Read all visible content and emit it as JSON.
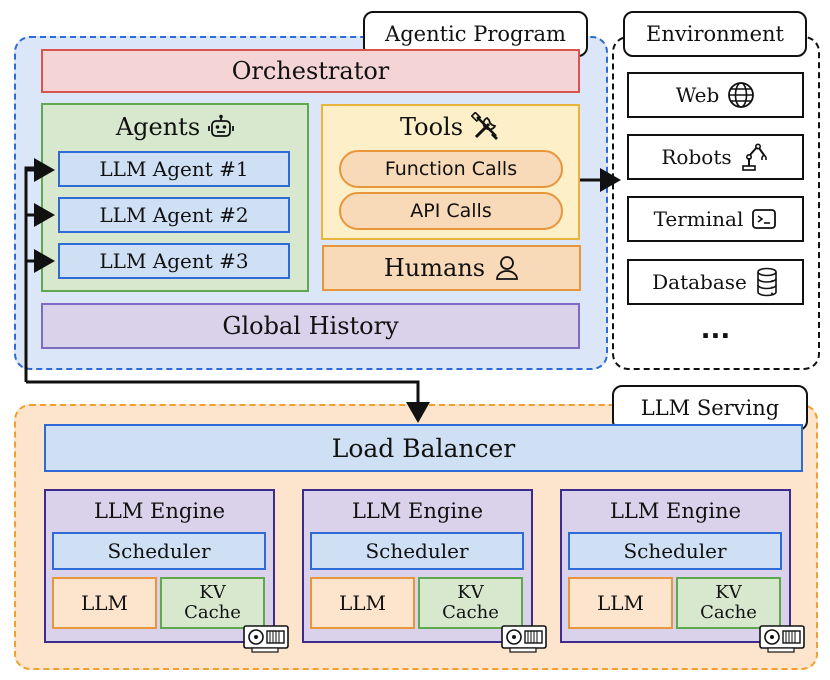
{
  "agentic_program": {
    "tag": "Agentic Program",
    "orchestrator": "Orchestrator",
    "agents": {
      "title": "Agents",
      "icon": "robot-icon",
      "items": [
        "LLM Agent #1",
        "LLM Agent #2",
        "LLM Agent #3"
      ]
    },
    "tools": {
      "title": "Tools",
      "icon": "tools-icon",
      "items": [
        "Function Calls",
        "API Calls"
      ]
    },
    "humans": {
      "label": "Humans",
      "icon": "person-icon"
    },
    "global_history": "Global History"
  },
  "environment": {
    "tag": "Environment",
    "items": [
      {
        "label": "Web",
        "icon": "globe-icon"
      },
      {
        "label": "Robots",
        "icon": "robot-arm-icon"
      },
      {
        "label": "Terminal",
        "icon": "terminal-icon"
      },
      {
        "label": "Database",
        "icon": "database-icon"
      }
    ],
    "ellipsis": "..."
  },
  "llm_serving": {
    "tag": "LLM Serving",
    "load_balancer": "Load Balancer",
    "engines": [
      {
        "title": "LLM Engine",
        "scheduler": "Scheduler",
        "llm": "LLM",
        "kv_line1": "KV",
        "kv_line2": "Cache",
        "icon": "gpu-icon"
      },
      {
        "title": "LLM Engine",
        "scheduler": "Scheduler",
        "llm": "LLM",
        "kv_line1": "KV",
        "kv_line2": "Cache",
        "icon": "gpu-icon"
      },
      {
        "title": "LLM Engine",
        "scheduler": "Scheduler",
        "llm": "LLM",
        "kv_line1": "KV",
        "kv_line2": "Cache",
        "icon": "gpu-icon"
      }
    ]
  },
  "colors": {
    "agentic_bg": "#dbe6f8",
    "agentic_border": "#2f6bd6",
    "orchestrator_bg": "#f5d4d6",
    "agents_bg": "#d7e8cf",
    "tools_bg": "#fdefc7",
    "humans_bg": "#f8d9b8",
    "history_bg": "#d9d2ea",
    "serving_bg": "#fce5cc",
    "serving_border": "#f0a030"
  }
}
